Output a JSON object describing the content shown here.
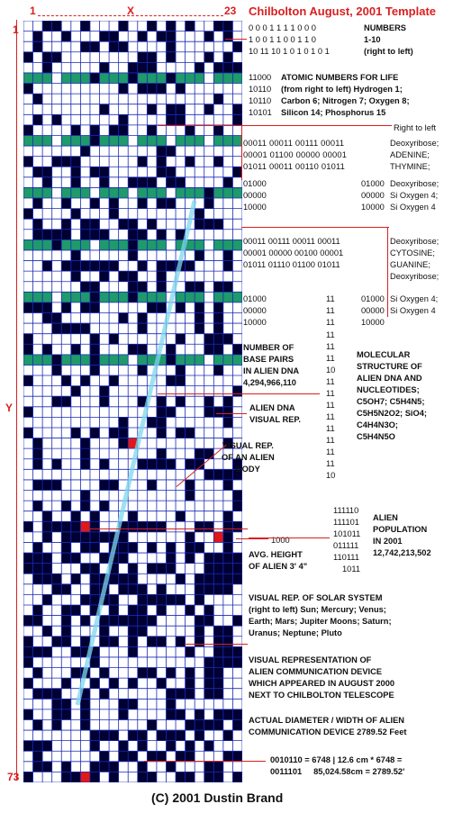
{
  "header": {
    "title": "Chilbolton August, 2001 Template",
    "col_start": "1",
    "col_mid": "X",
    "col_end": "23",
    "row_start": "1",
    "row_mid": "Y",
    "row_end": "73"
  },
  "numbers_block": {
    "rows": [
      "0 0 0 1 1 1 1 0 0 0",
      "1 0 0 1 1 0 0 1 1 0",
      "10 11 10 1 0 1 0 1 0 1"
    ],
    "labels": [
      "NUMBERS",
      "1-10",
      "(right to left)"
    ]
  },
  "atomic_block": {
    "codes": [
      "11000",
      "10110",
      "10110",
      "10101"
    ],
    "text": [
      "ATOMIC NUMBERS FOR LIFE",
      "(from right to left) Hydrogen 1;",
      "Carbon 6; Nitrogen 7; Oxygen 8;",
      "Silicon 14; Phosphorus 15"
    ]
  },
  "right_to_left": "Right to left",
  "dna_block1": {
    "rows": [
      "00011  00011  00111  00011",
      "00001  01100  00000  00001",
      "01011  00011  00110  01011"
    ],
    "labels": [
      "Deoxyribose;",
      "ADENINE;",
      "THYMINE;"
    ]
  },
  "si_block1": {
    "left": [
      "01000",
      "00000",
      "10000"
    ],
    "right": [
      "01000",
      "00000",
      "10000"
    ],
    "labels": [
      "Deoxyribose;",
      "Si Oxygen 4;",
      "Si Oxygen 4"
    ]
  },
  "dna_block2": {
    "rows": [
      "00011  00111  00011  00011",
      "00001  00000  00100  00001",
      "01011  01110  01100  01011"
    ],
    "labels": [
      "Deoxyribose;",
      "CYTOSINE;",
      "GUANINE;",
      "Deoxyribose;"
    ]
  },
  "si_block2": {
    "left": [
      "01000",
      "00000",
      "10000"
    ],
    "mid": [
      "11",
      "11",
      "11"
    ],
    "right": [
      "01000",
      "00000",
      "10000"
    ],
    "labels": [
      "Si Oxygen 4;",
      "Si Oxygen 4"
    ]
  },
  "column_11": [
    "11",
    "11",
    "11",
    "10",
    "11",
    "11",
    "11",
    "11",
    "11",
    "11",
    "11",
    "11",
    "10"
  ],
  "base_pairs": [
    "NUMBER OF",
    "BASE PAIRS",
    "IN ALIEN DNA",
    "4,294,966,110"
  ],
  "molecular": [
    "MOLECULAR",
    "STRUCTURE OF",
    "ALIEN DNA AND",
    "NUCLEOTIDES;",
    "C5OH7; C5H4N5;",
    "C5H5N2O2; SiO4;",
    "C4H4N3O;",
    "C5H4N5O"
  ],
  "dna_visual": [
    "ALIEN DNA",
    "VISUAL REP."
  ],
  "body_visual": [
    "VISUAL REP.",
    "OF AN ALIEN",
    "BODY"
  ],
  "population": {
    "codes": [
      "111110",
      "111101",
      "101011",
      "011111",
      "110111",
      "1011"
    ],
    "text": [
      "ALIEN",
      "POPULATION",
      "IN 2001",
      "12,742,213,502"
    ]
  },
  "height": {
    "code": "1000",
    "text": [
      "AVG. HEIGHT",
      "OF ALIEN 3' 4\""
    ]
  },
  "solar": [
    "VISUAL REP. OF SOLAR SYSTEM",
    "(right to left) Sun; Mercury; Venus;",
    "Earth; Mars; Jupiter Moons; Saturn;",
    "Uranus; Neptune; Pluto"
  ],
  "device": [
    "VISUAL REPRESENTATION OF",
    "ALIEN COMMUNICATION DEVICE",
    "WHICH APPEARED IN AUGUST 2000",
    "NEXT TO CHILBOLTON TELESCOPE"
  ],
  "diameter": [
    "ACTUAL DIAMETER / WIDTH OF ALIEN",
    "COMMUNICATION DEVICE 2789.52 Feet"
  ],
  "formula": [
    "0010110 = 6748 | 12.6 cm * 6748 =",
    "0011101     85,024.58cm = 2789.52'"
  ],
  "copyright": "(C) 2001 Dustin Brand",
  "colors": {
    "grid": "#1a2ab5",
    "fill": "#000033",
    "green": "#1f9a6a",
    "red": "#e01818",
    "accent": "#d92020",
    "beam": "#7ed8f0"
  },
  "grid": {
    "cols": 23,
    "rows": 73
  }
}
